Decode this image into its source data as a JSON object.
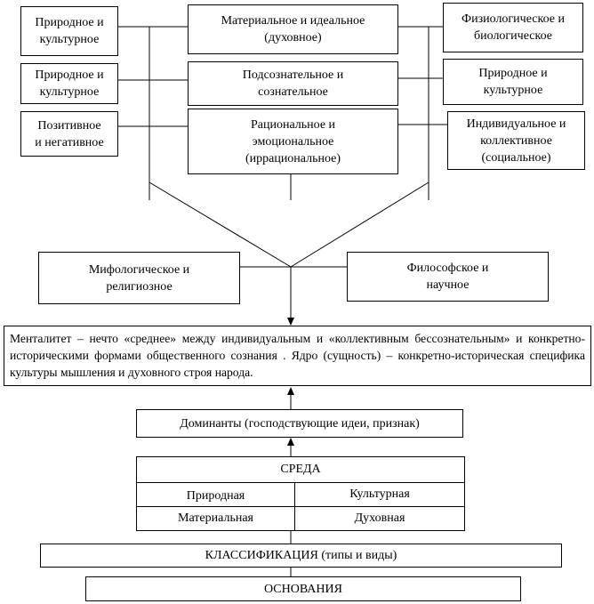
{
  "top_left": [
    {
      "id": "tl1",
      "text": "Природное и\nкультурное"
    },
    {
      "id": "tl2",
      "text": "Природное и\nкультурное"
    },
    {
      "id": "tl3",
      "text": "Позитивное\nи негативное"
    }
  ],
  "top_center": [
    {
      "id": "tc1",
      "text": "Материальное и идеальное\n(духовное)"
    },
    {
      "id": "tc2",
      "text": "Подсознательное и\nсознательное"
    },
    {
      "id": "tc3",
      "text": "Рациональное и\nэмоциональное\n(иррациональное)"
    }
  ],
  "top_right": [
    {
      "id": "tr1",
      "text": "Физиологическое и\nбиологическое"
    },
    {
      "id": "tr2",
      "text": "Природное и\nкультурное"
    },
    {
      "id": "tr3",
      "text": "Индивидуальное и\nколлективное\n(социальное)"
    }
  ],
  "middle": {
    "left": "Мифологическое и\nрелигиозное",
    "right": "Философское и\nнаучное"
  },
  "definition": "Менталитет – нечто «среднее» между индивидуальным и «коллективным бессознательным» и конкретно-историческими формами общественного сознания . Ядро (сущность) – конкретно-историческая специфика культуры мышления и духовного строя народа.",
  "dominants": "Доминанты (господствующие идеи, признак)",
  "environment": {
    "title": "СРЕДА",
    "left": [
      "Природная",
      "Материальная"
    ],
    "right": [
      "Культурная",
      "Духовная"
    ]
  },
  "classification": "КЛАССИФИКАЦИЯ (типы и виды)",
  "foundations": "ОСНОВАНИЯ"
}
